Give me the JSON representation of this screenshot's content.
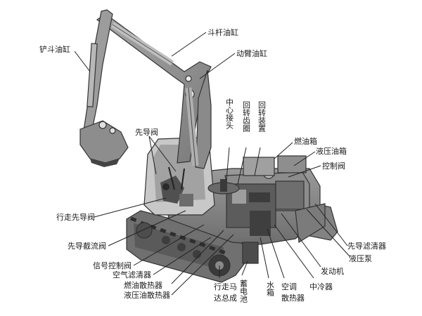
{
  "labels": {
    "bucket_cylinder": "铲斗油缸",
    "stick_cylinder": "斗杆油缸",
    "boom_cylinder": "动臂油缸",
    "center_joint": "中心接头",
    "swing_gear_ring": "回转齿圈",
    "swing_device": "回转装置",
    "pilot_valve": "先导阀",
    "fuel_tank": "燃油箱",
    "hydraulic_tank": "液压油箱",
    "control_valve": "控制阀",
    "travel_pilot_valve": "行走先导阀",
    "pilot_throttle_valve": "先导截流阀",
    "signal_control_valve": "信号控制阀",
    "air_filter": "空气滤清器",
    "fuel_cooler": "燃油散热器",
    "hydraulic_oil_cooler": "液压油散热器",
    "travel_motor_assembly": "行走马达总成",
    "battery": "蓄电池",
    "water_tank": "水箱",
    "ac_radiator": "空调散热器",
    "intercooler": "中冷器",
    "engine": "发动机",
    "hydraulic_pump": "液压泵",
    "pilot_filter": "先导滤清器"
  }
}
